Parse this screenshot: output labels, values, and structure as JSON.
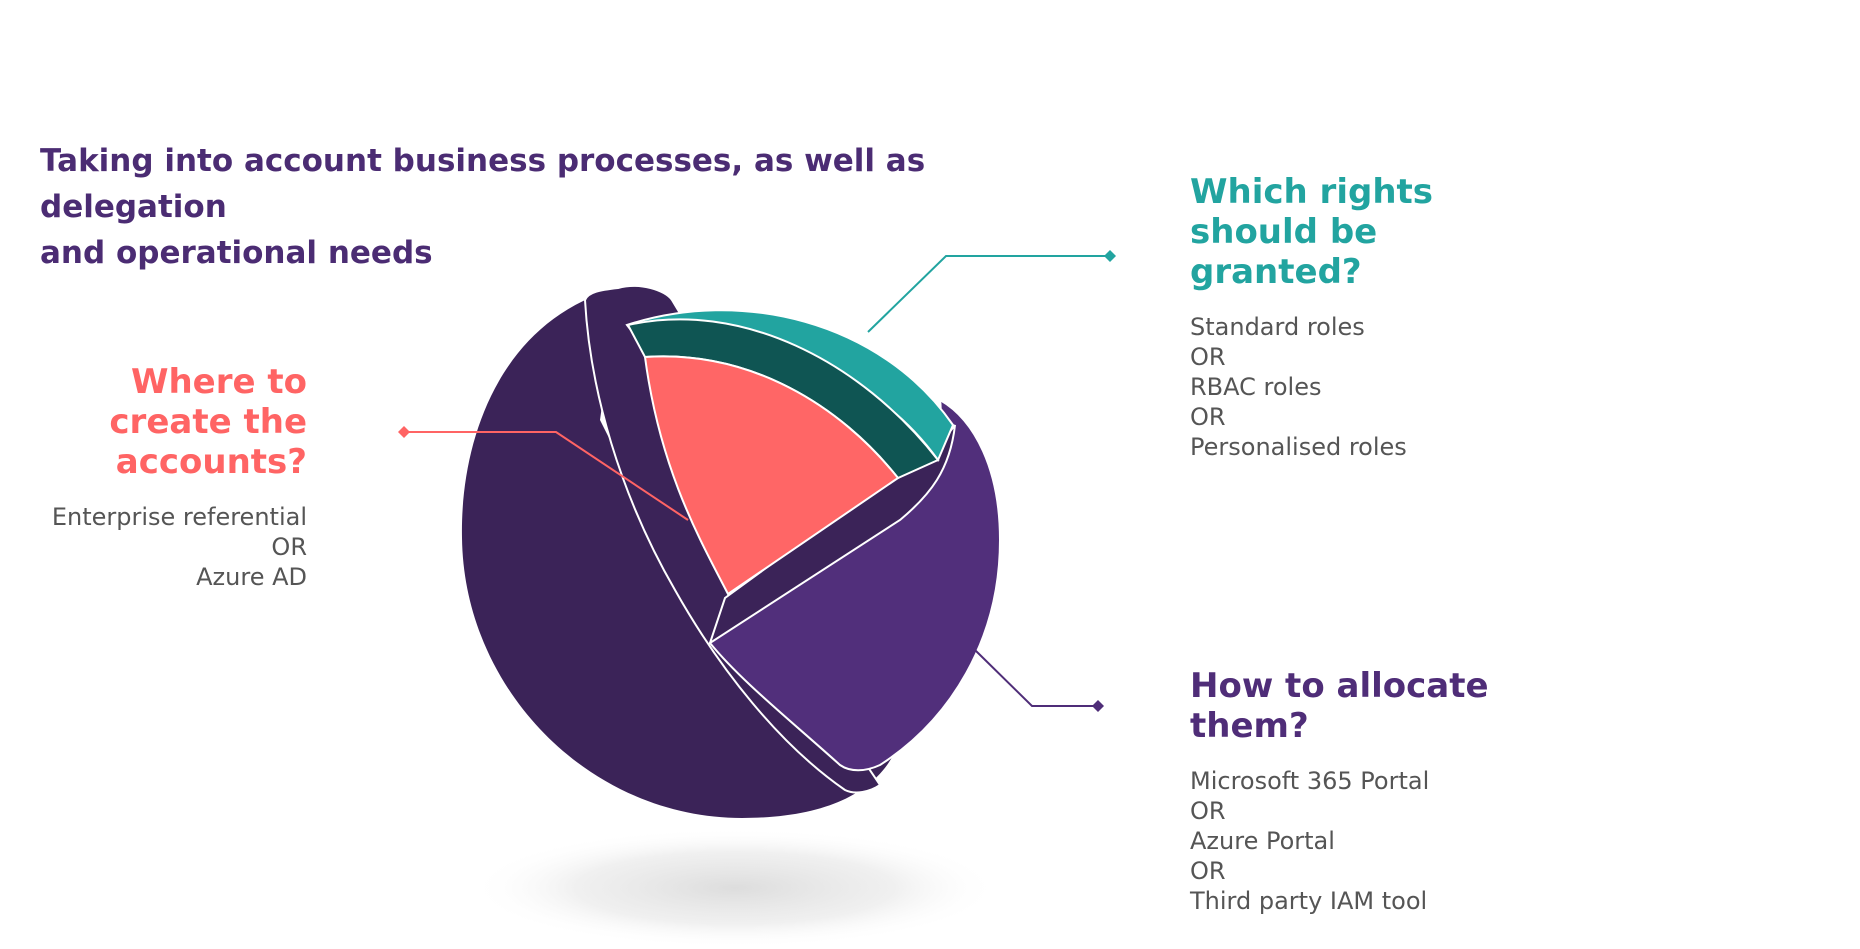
{
  "heading": {
    "line1": "Taking into account business processes, as well as delegation",
    "line2": "and operational needs"
  },
  "blocks": {
    "where": {
      "title": [
        "Where to",
        "create the",
        "accounts?"
      ],
      "lines": [
        "Enterprise referential",
        "OR",
        "Azure AD"
      ],
      "color": "#ff6464"
    },
    "rights": {
      "title": [
        "Which rights",
        "should be",
        "granted?"
      ],
      "lines": [
        "Standard roles",
        "OR",
        "RBAC roles",
        "OR",
        "Personalised roles"
      ],
      "color": "#22a4a0"
    },
    "allocate": {
      "title": [
        "How to allocate",
        "them?"
      ],
      "lines": [
        "Microsoft 365 Portal",
        "OR",
        "Azure Portal",
        "OR",
        "Third party IAM tool"
      ],
      "color": "#4f2d78"
    }
  },
  "colors": {
    "sphere_dark": "#3b2358",
    "sphere_mid": "#512f7b",
    "core_coral": "#ff6666",
    "ring_dark_teal": "#0f5553",
    "ring_teal": "#22a4a0",
    "heading": "#4b2c73",
    "body_text": "#555555"
  }
}
